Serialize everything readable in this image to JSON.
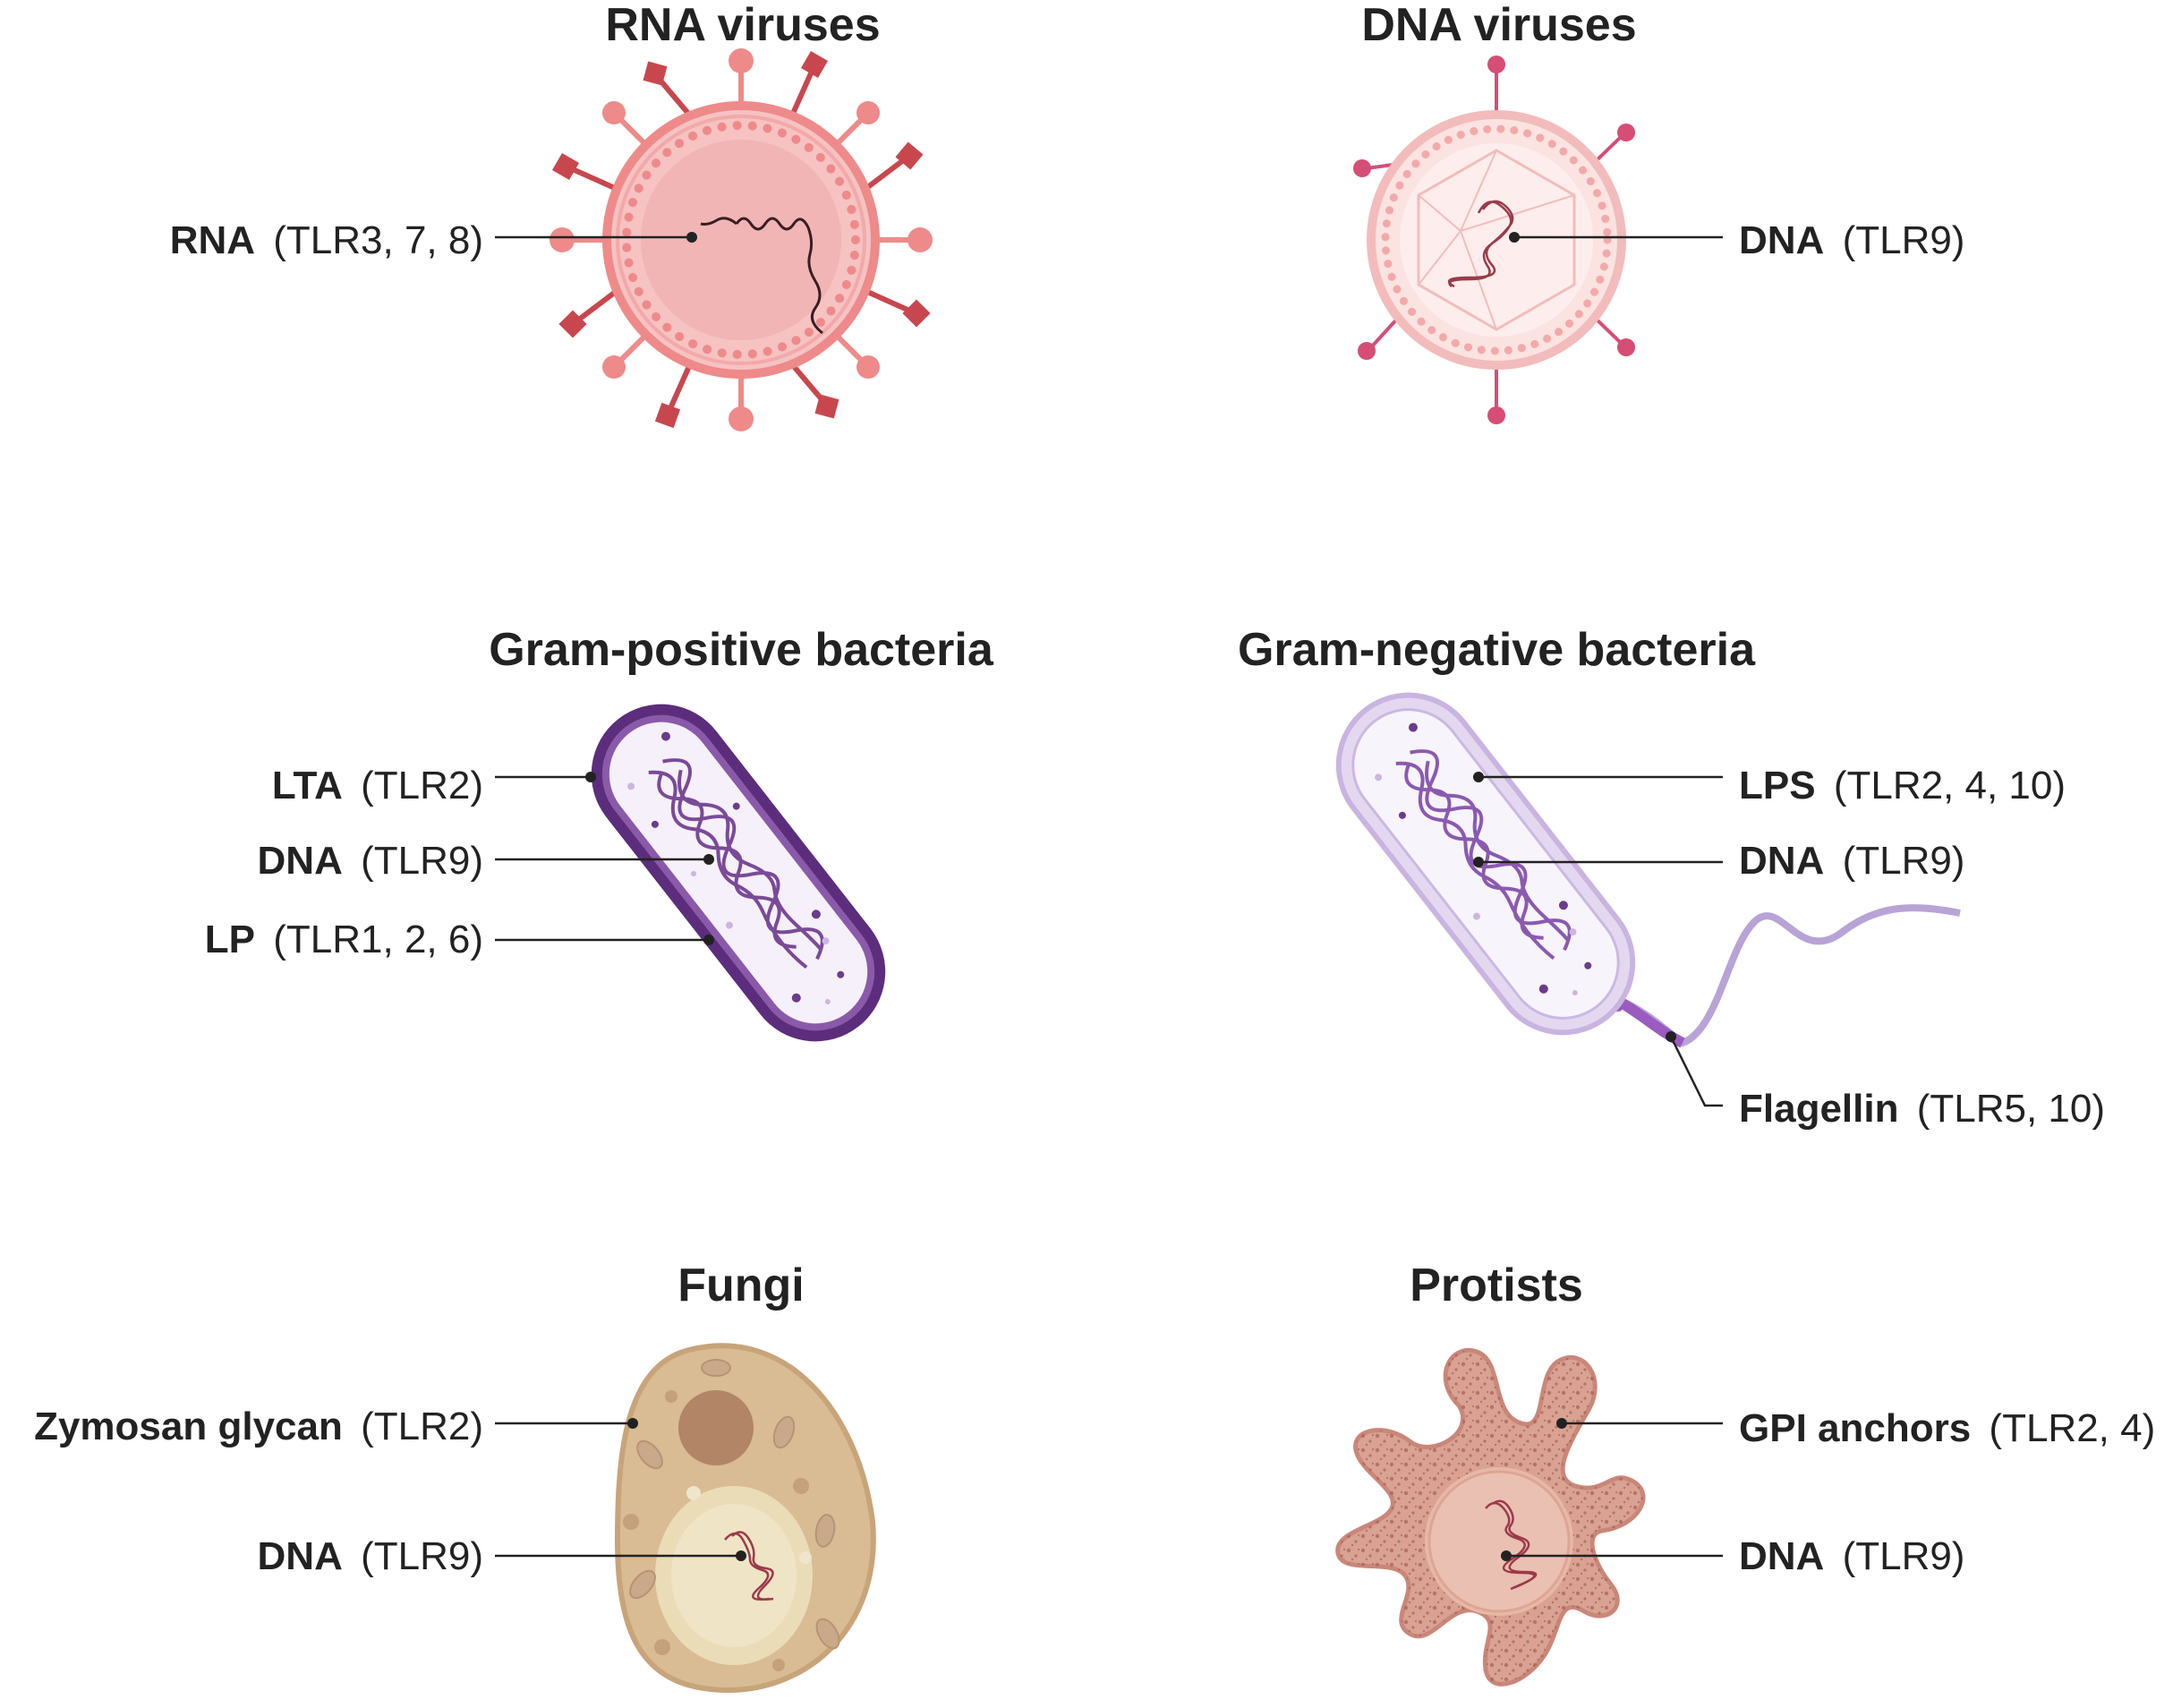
{
  "panels": {
    "rna_viruses": {
      "title": "RNA viruses",
      "labels": [
        {
          "name": "RNA",
          "receptor": "(TLR3, 7, 8)"
        }
      ]
    },
    "dna_viruses": {
      "title": "DNA viruses",
      "labels": [
        {
          "name": "DNA",
          "receptor": "(TLR9)"
        }
      ]
    },
    "gram_positive": {
      "title": "Gram-positive bacteria",
      "labels": [
        {
          "name": "LTA",
          "receptor": "(TLR2)"
        },
        {
          "name": "DNA",
          "receptor": "(TLR9)"
        },
        {
          "name": "LP",
          "receptor": "(TLR1, 2, 6)"
        }
      ]
    },
    "gram_negative": {
      "title": "Gram-negative bacteria",
      "labels": [
        {
          "name": "LPS",
          "receptor": "(TLR2, 4, 10)"
        },
        {
          "name": "DNA",
          "receptor": "(TLR9)"
        },
        {
          "name": "Flagellin",
          "receptor": "(TLR5, 10)"
        }
      ]
    },
    "fungi": {
      "title": "Fungi",
      "labels": [
        {
          "name": "Zymosan glycan",
          "receptor": " (TLR2)"
        },
        {
          "name": "DNA",
          "receptor": "(TLR9)"
        }
      ]
    },
    "protists": {
      "title": "Protists",
      "labels": [
        {
          "name": "GPI anchors",
          "receptor": "(TLR2, 4)"
        },
        {
          "name": "DNA",
          "receptor": "(TLR9)"
        }
      ]
    }
  },
  "colors": {
    "rna_virus": "#ee8a8a",
    "rna_virus_fill": "#f6c2c2",
    "rna_spike_diamond": "#c8474e",
    "dna_virus": "#f2bcbc",
    "dna_spike": "#d64d76",
    "gram_pos_wall": "#5b2d7c",
    "gram_neg_wall": "#c9b4e0",
    "dna_strand": "#7a4a98",
    "fungus": "#c7a47a",
    "fungus_fill": "#d9bc93",
    "protist": "#c9877a",
    "protist_fill": "#d9a293"
  }
}
